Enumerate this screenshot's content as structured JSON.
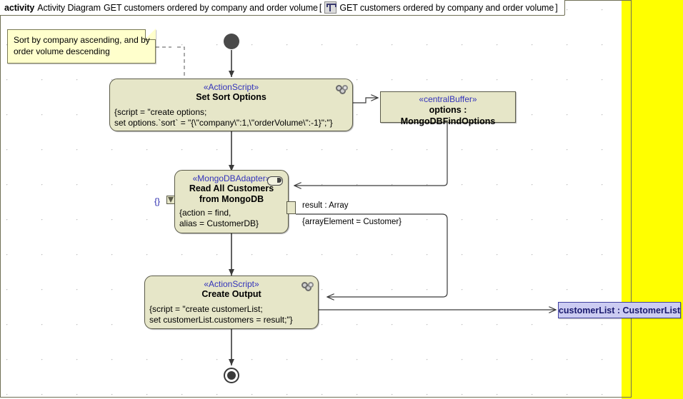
{
  "frame": {
    "keyword": "activity",
    "diagram_type": "Activity Diagram",
    "name": "GET customers ordered by company and order volume",
    "bracket_open": "[",
    "icon": "activity-diagram-icon",
    "qualified_name": "GET customers ordered by company and order volume",
    "bracket_close": "]"
  },
  "note": {
    "line1": "Sort by company ascending, and by",
    "line2": "order volume descending"
  },
  "nodes": {
    "initial": {
      "name": "initial-node"
    },
    "set_sort_options": {
      "stereotype": "«ActionScript»",
      "name": "Set Sort Options",
      "body_line1": "{script = \"create options;",
      "body_line2": "set options.`sort` = \"{\\\"company\\\":1,\\\"orderVolume\\\":-1}\";\"}",
      "icon": "script-gears-icon"
    },
    "options_buffer": {
      "stereotype": "«centralBuffer»",
      "name": "options : MongoDBFindOptions"
    },
    "read_all_customers": {
      "stereotype": "«MongoDBAdapter»",
      "name_line1": "Read All Customers",
      "name_line2": "from MongoDB",
      "body_line1": "{action = find,",
      "body_line2": "alias = CustomerDB}",
      "icon": "adapter-icon",
      "input_pin_label": "{}"
    },
    "create_output": {
      "stereotype": "«ActionScript»",
      "name": "Create Output",
      "body_line1": "{script = \"create customerList;",
      "body_line2": "set customerList.customers = result;\"}",
      "icon": "script-gears-icon"
    },
    "customer_list_param": {
      "name": "customerList : CustomerList"
    },
    "final": {
      "name": "activity-final-node"
    }
  },
  "edges": {
    "result_pin_label": "result : Array",
    "result_pin_constraint": "{arrayElement = Customer}"
  },
  "colors": {
    "node_fill": "#e6e6c8",
    "node_border": "#5a5a48",
    "stereotype_text": "#3333bb",
    "note_fill": "#ffffcc",
    "param_fill": "#ccccf2",
    "param_border": "#4040a0",
    "highlight_band": "#ffff00",
    "frame_border": "#6f6f55"
  }
}
